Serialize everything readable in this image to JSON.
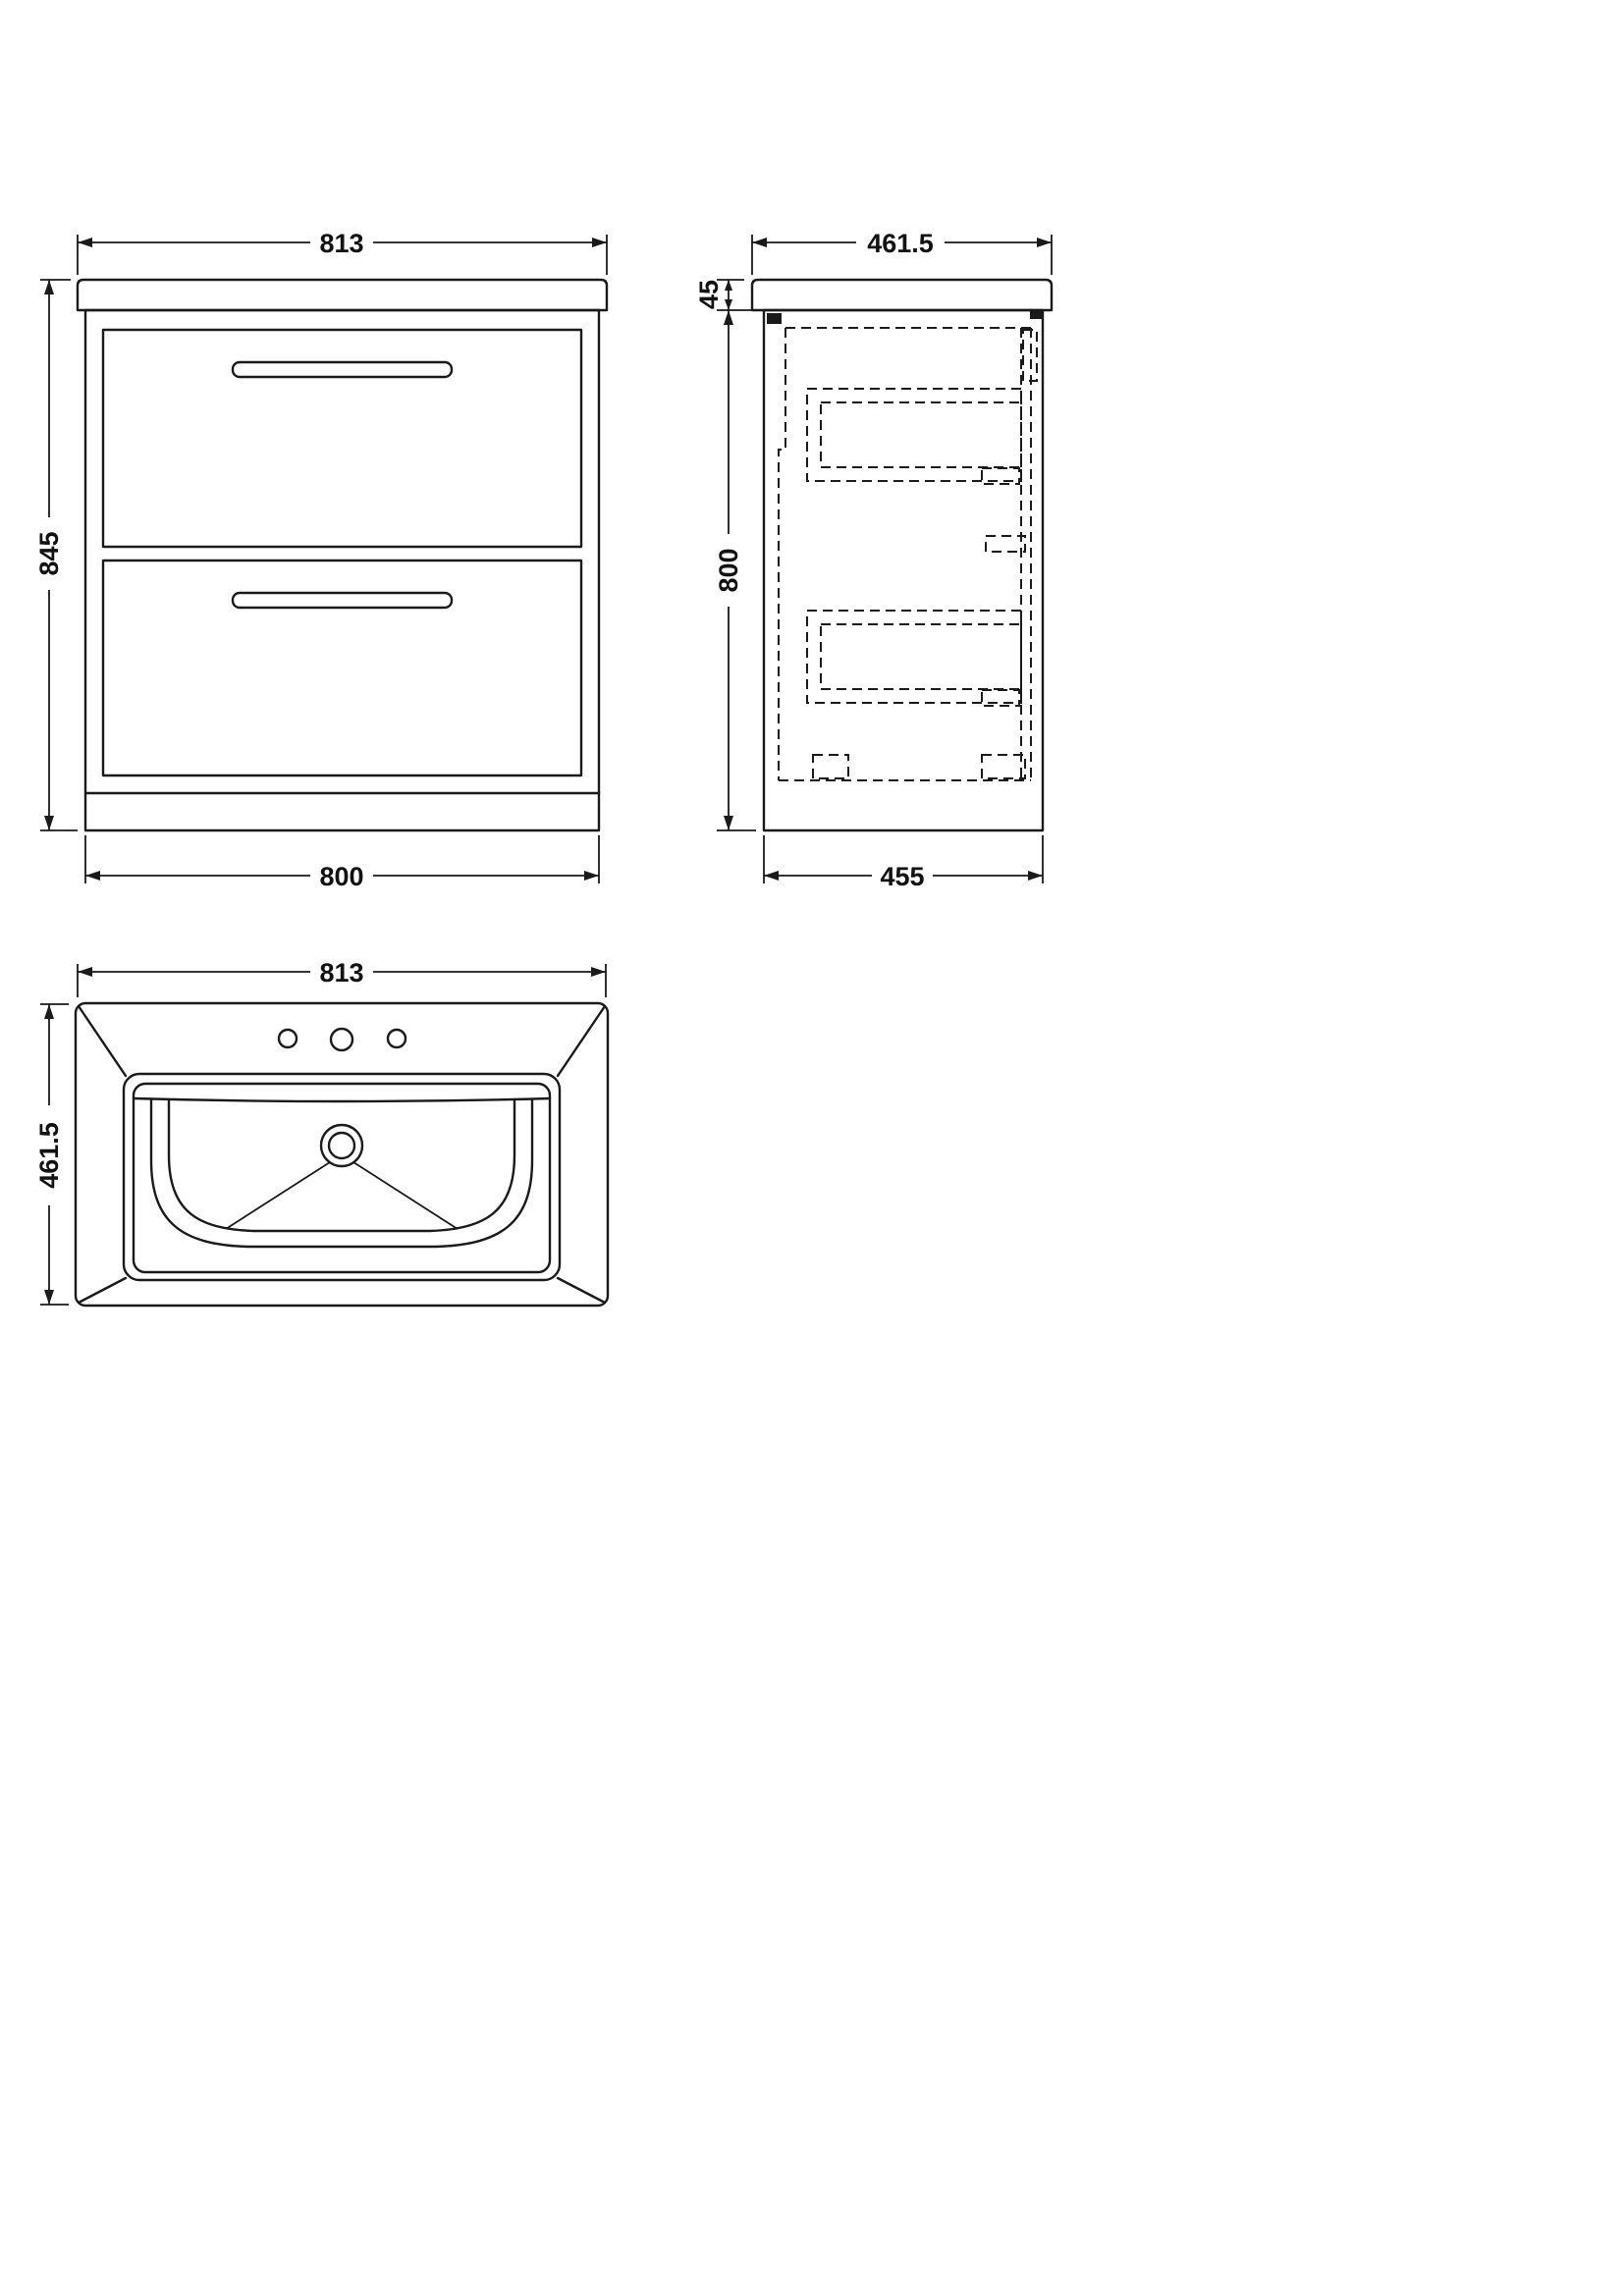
{
  "meta": {
    "drawing_type": "bathroom vanity unit with basin - dimensioned technical drawing",
    "background_color": "#ffffff",
    "line_color": "#1a1a1a"
  },
  "views": {
    "front": {
      "name": "front elevation",
      "dim_width_top": "813",
      "dim_height": "845",
      "dim_width_bottom": "800"
    },
    "side": {
      "name": "side elevation",
      "dim_depth_top": "461.5",
      "dim_counter_thickness": "45",
      "dim_height": "800",
      "dim_depth_bottom": "455"
    },
    "basin": {
      "name": "basin plan",
      "dim_width_top": "813",
      "dim_depth": "461.5"
    }
  }
}
